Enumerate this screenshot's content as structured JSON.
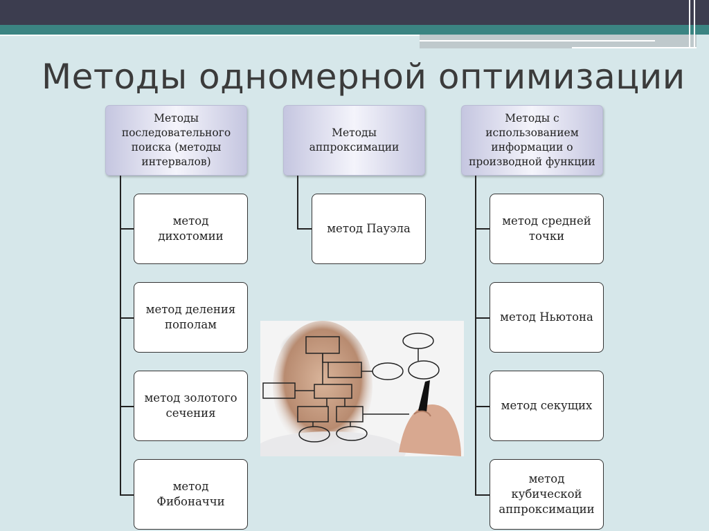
{
  "title": "Методы одномерной оптимизации",
  "columns": [
    {
      "header": "Методы последовательного поиска (методы интервалов)",
      "items": [
        "метод дихотомии",
        "метод деления пополам",
        "метод золотого сечения",
        "метод Фибоначчи"
      ]
    },
    {
      "header": "Методы аппроксимации",
      "items": [
        "метод Пауэла"
      ]
    },
    {
      "header": "Методы с использованием информации о производной функции",
      "items": [
        "метод средней точки",
        "метод Ньютона",
        "метод секущих",
        "метод кубической аппроксимации"
      ]
    }
  ],
  "colors": {
    "background": "#d6e7ea",
    "topbar": "#3c3d4f",
    "accent": "#3b8482"
  },
  "image": {
    "description_icon": "person-drawing-flowchart"
  }
}
